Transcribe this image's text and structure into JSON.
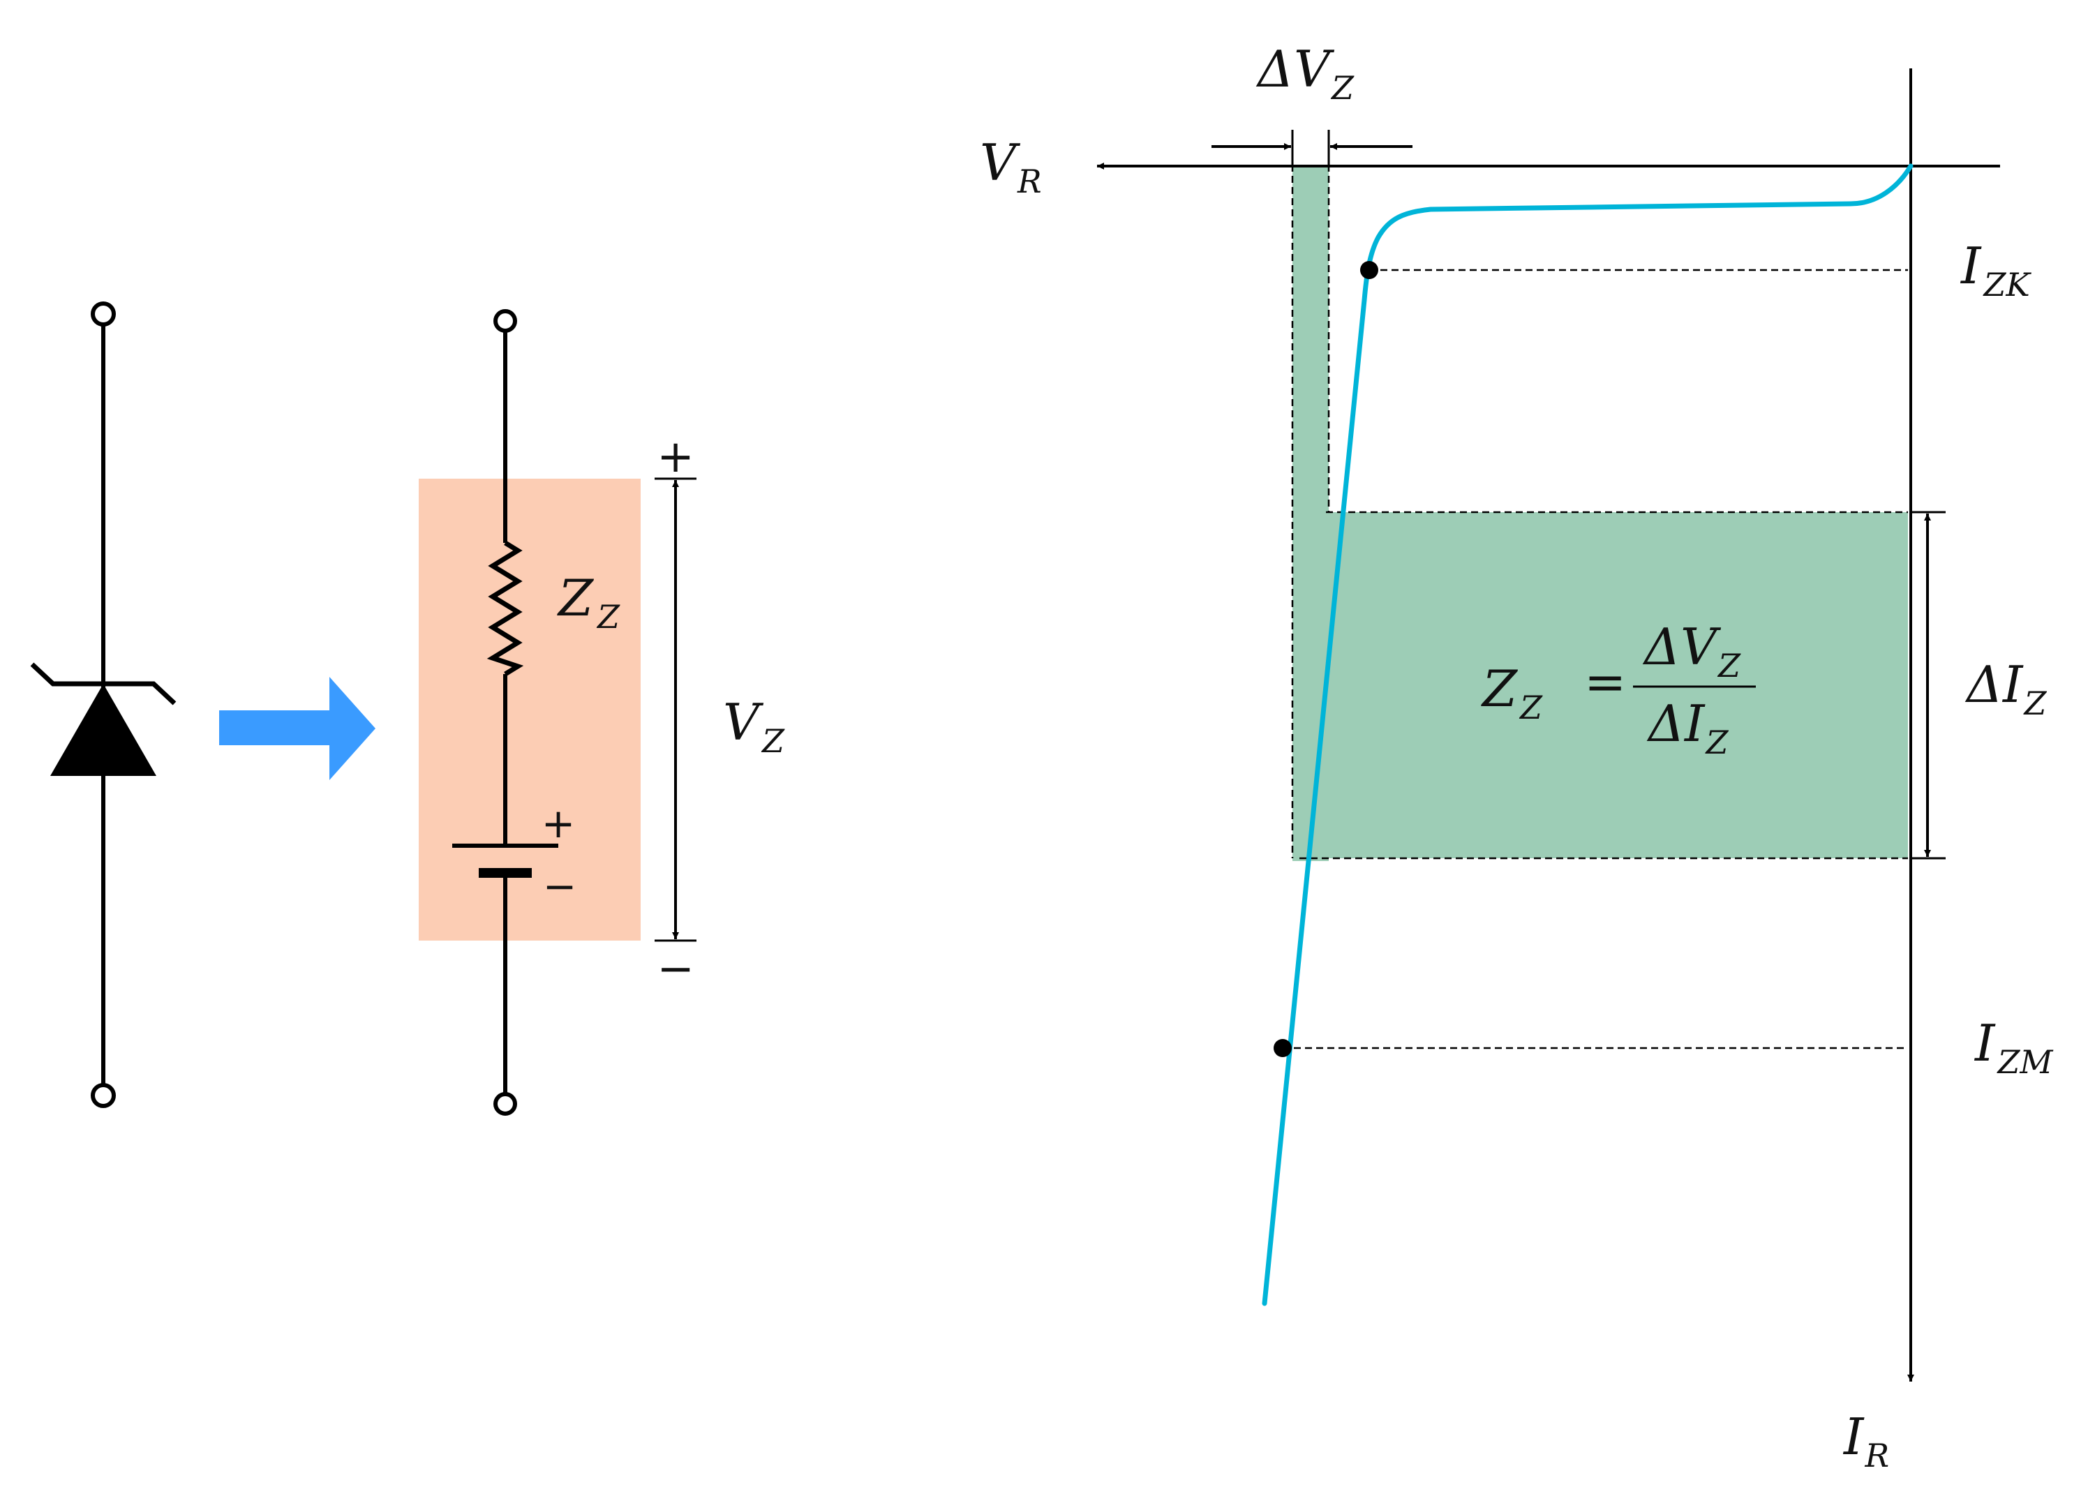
{
  "colors": {
    "line": "#000000",
    "curve": "#00b4d8",
    "shade_green": "#9dcdb6",
    "shade_peach": "#fccdb4",
    "arrow_blue": "#3a9bff"
  },
  "equivalent_circuit": {
    "resistor_label": {
      "main": "Z",
      "sub": "Z"
    },
    "voltage_label": {
      "main": "V",
      "sub": "Z"
    },
    "plus_sign": "+",
    "minus_sign": "−",
    "battery_plus": "+",
    "battery_minus": "−"
  },
  "characteristic": {
    "axis_x_label": {
      "main": "V",
      "sub": "R"
    },
    "axis_y_label": {
      "main": "I",
      "sub": "R"
    },
    "delta_v_label": {
      "main": "ΔV",
      "sub": "Z"
    },
    "delta_i_label": {
      "main": "ΔI",
      "sub": "Z"
    },
    "izk_label": {
      "main": "I",
      "sub": "ZK"
    },
    "izm_label": {
      "main": "I",
      "sub": "ZM"
    },
    "formula": {
      "lhs_main": "Z",
      "lhs_sub": "Z",
      "equals": "=",
      "num_main": "ΔV",
      "num_sub": "Z",
      "den_main": "ΔI",
      "den_sub": "Z"
    }
  }
}
